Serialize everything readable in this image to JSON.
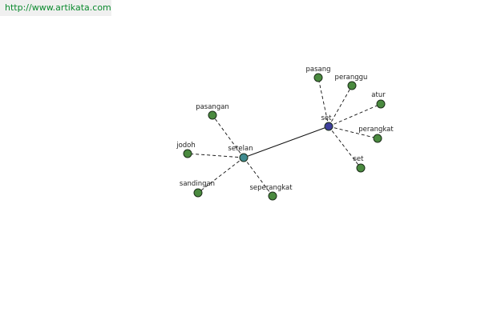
{
  "header": {
    "url": "http://www.artikata.com"
  },
  "colors": {
    "leaf": "#4a8a3f",
    "hub_setelan": "#3f8a8f",
    "hub_set": "#3e3f9c",
    "edge": "#111111",
    "node_stroke": "#1c2e1a"
  },
  "graph": {
    "hubs": [
      {
        "id": "setelan",
        "label": "setelan",
        "color": "hub_setelan"
      },
      {
        "id": "set",
        "label": "set",
        "color": "hub_set"
      }
    ],
    "leaves": [
      {
        "id": "pasangan",
        "label": "pasangan",
        "hub": "setelan"
      },
      {
        "id": "jodoh",
        "label": "jodoh",
        "hub": "setelan"
      },
      {
        "id": "sandingan",
        "label": "sandingan",
        "hub": "setelan"
      },
      {
        "id": "seperangkat",
        "label": "seperangkat",
        "hub": "setelan"
      },
      {
        "id": "pasang",
        "label": "pasang",
        "hub": "set"
      },
      {
        "id": "peranggu",
        "label": "peranggu",
        "hub": "set"
      },
      {
        "id": "atur",
        "label": "atur",
        "hub": "set"
      },
      {
        "id": "perangkat",
        "label": "perangkat",
        "hub": "set"
      },
      {
        "id": "set-leaf",
        "label": "set",
        "hub": "set"
      }
    ],
    "links": [
      {
        "from": "setelan",
        "to": "set",
        "style": "solid"
      }
    ]
  }
}
